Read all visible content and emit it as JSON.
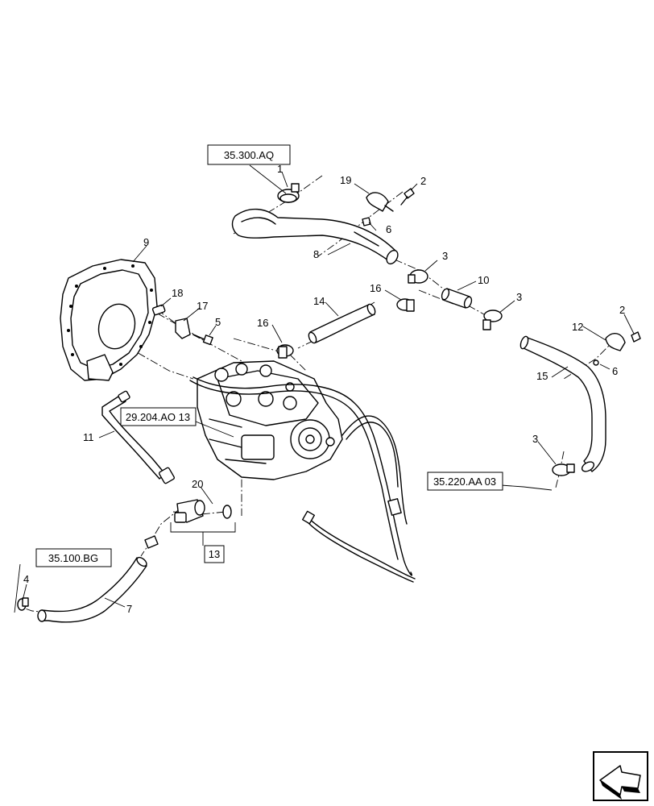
{
  "references": {
    "ref_35300": "35.300.AQ",
    "ref_29204": "29.204.AO 13",
    "ref_35220": "35.220.AA 03",
    "ref_35100": "35.100.BG",
    "ref_13": "13"
  },
  "callouts": {
    "c1": "1",
    "c2a": "2",
    "c2b": "2",
    "c3a": "3",
    "c3b": "3",
    "c3c": "3",
    "c4": "4",
    "c5": "5",
    "c6a": "6",
    "c6b": "6",
    "c7": "7",
    "c8": "8",
    "c9": "9",
    "c10": "10",
    "c11": "11",
    "c12": "12",
    "c14": "14",
    "c15": "15",
    "c16a": "16",
    "c16b": "16",
    "c17": "17",
    "c18": "18",
    "c19": "19",
    "c20": "20"
  }
}
